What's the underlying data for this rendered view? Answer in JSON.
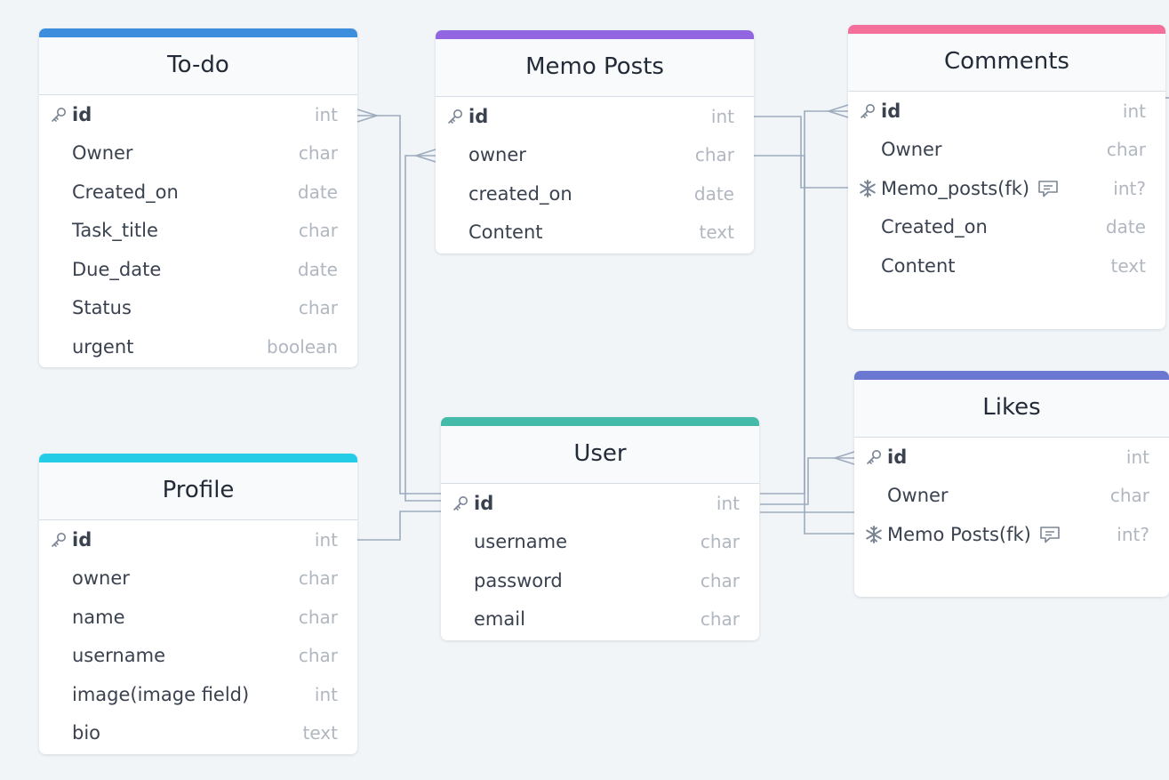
{
  "colors": {
    "background": "#f1f5f8",
    "connector": "#9eabbd",
    "todo_accent": "#3d8fdd",
    "memo_posts_accent": "#9266e0",
    "comments_accent": "#f4709b",
    "user_accent": "#44baa9",
    "profile_accent": "#24cce6",
    "likes_accent": "#6a78d1"
  },
  "tables": {
    "todo": {
      "title": "To-do",
      "accent": "#3d8fdd",
      "fields": [
        {
          "name": "id",
          "type": "int",
          "icon": "key-icon",
          "primary": true
        },
        {
          "name": "Owner",
          "type": "char"
        },
        {
          "name": "Created_on",
          "type": "date"
        },
        {
          "name": "Task_title",
          "type": "char"
        },
        {
          "name": "Due_date",
          "type": "date"
        },
        {
          "name": "Status",
          "type": "char"
        },
        {
          "name": "urgent",
          "type": "boolean"
        }
      ]
    },
    "memo_posts": {
      "title": "Memo Posts",
      "accent": "#9266e0",
      "fields": [
        {
          "name": "id",
          "type": "int",
          "icon": "key-icon",
          "primary": true
        },
        {
          "name": "owner",
          "type": "char"
        },
        {
          "name": "created_on",
          "type": "date"
        },
        {
          "name": "Content",
          "type": "text"
        }
      ]
    },
    "comments": {
      "title": "Comments",
      "accent": "#f4709b",
      "fields": [
        {
          "name": "id",
          "type": "int",
          "icon": "key-icon",
          "primary": true
        },
        {
          "name": "Owner",
          "type": "char"
        },
        {
          "name": "Memo_posts(fk)",
          "type": "int?",
          "icon": "snowflake-icon",
          "note": "comment-icon"
        },
        {
          "name": "Created_on",
          "type": "date"
        },
        {
          "name": "Content",
          "type": "text"
        }
      ]
    },
    "user": {
      "title": "User",
      "accent": "#44baa9",
      "fields": [
        {
          "name": "id",
          "type": "int",
          "icon": "key-icon",
          "primary": true
        },
        {
          "name": "username",
          "type": "char"
        },
        {
          "name": "password",
          "type": "char"
        },
        {
          "name": "email",
          "type": "char"
        }
      ]
    },
    "profile": {
      "title": "Profile",
      "accent": "#24cce6",
      "fields": [
        {
          "name": "id",
          "type": "int",
          "icon": "key-icon",
          "primary": true
        },
        {
          "name": "owner",
          "type": "char"
        },
        {
          "name": "name",
          "type": "char"
        },
        {
          "name": "username",
          "type": "char"
        },
        {
          "name": "image(image field)",
          "type": "int"
        },
        {
          "name": "bio",
          "type": "text"
        }
      ]
    },
    "likes": {
      "title": "Likes",
      "accent": "#6a78d1",
      "fields": [
        {
          "name": "id",
          "type": "int",
          "icon": "key-icon",
          "primary": true
        },
        {
          "name": "Owner",
          "type": "char"
        },
        {
          "name": "Memo Posts(fk)",
          "type": "int?",
          "icon": "snowflake-icon",
          "note": "comment-icon"
        }
      ]
    }
  }
}
